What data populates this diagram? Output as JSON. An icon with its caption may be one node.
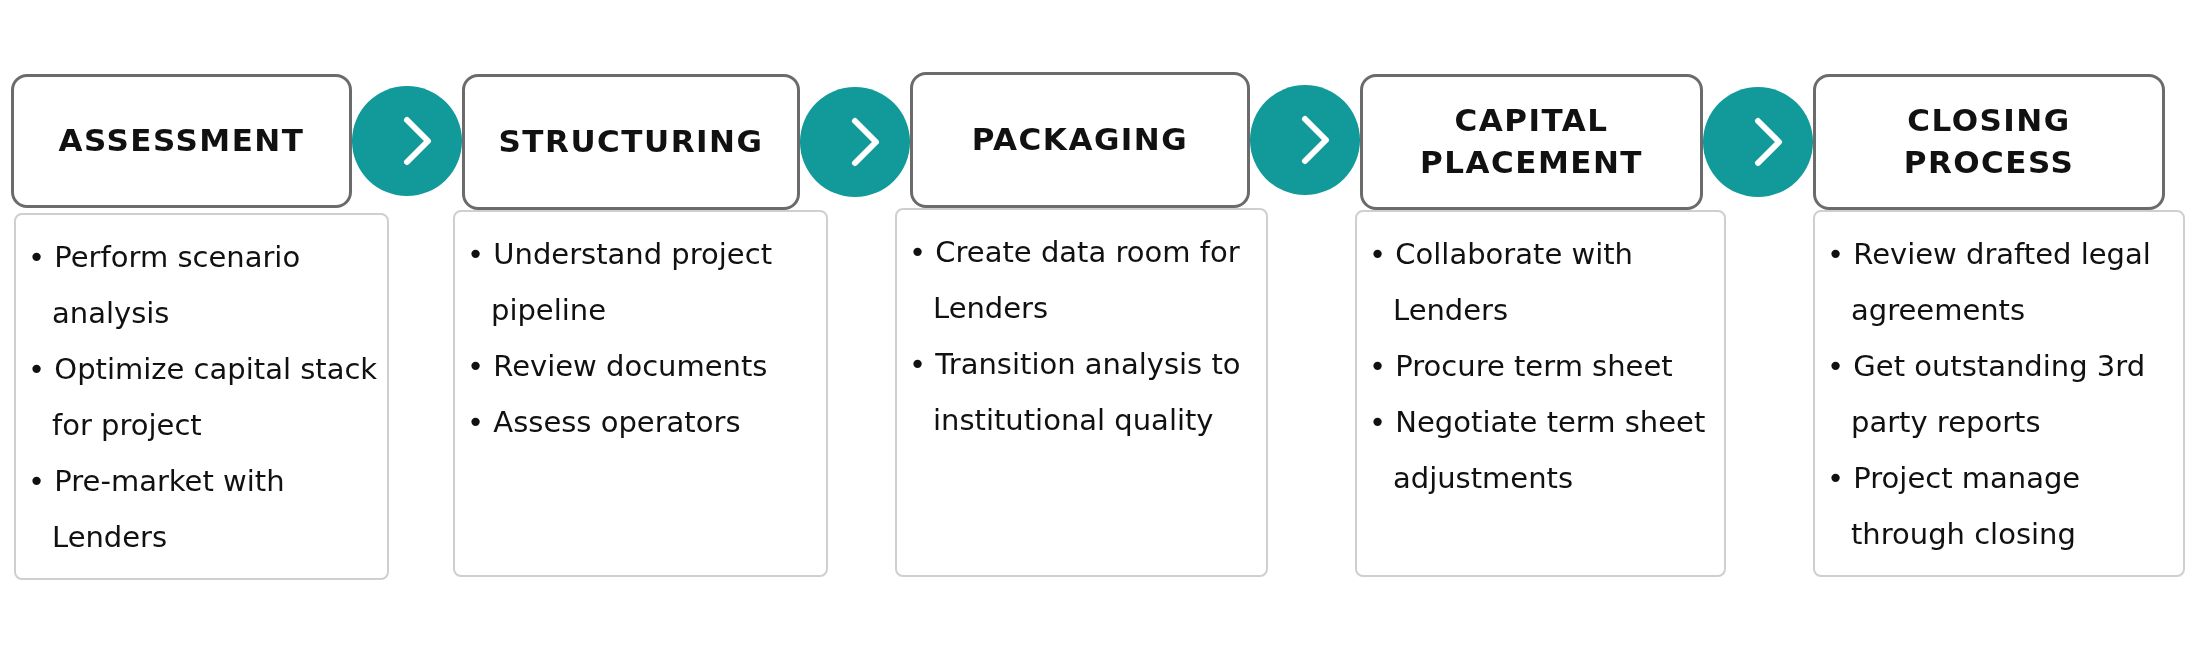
{
  "diagram": {
    "nodes": [
      {
        "text": [
          "ASSESSMENT"
        ]
      },
      {
        "text": [
          "• Perform scenario analysis",
          "• Optimize capital stack for project",
          "• Pre-market with Lenders"
        ]
      },
      {
        "text": [
          "STRUCTURING"
        ]
      },
      {
        "text": [
          "• Understand project pipeline",
          "• Review documents",
          "• Assess operators"
        ]
      },
      {
        "text": [
          "PACKAGING"
        ]
      },
      {
        "text": [
          "• Create data room for Lenders",
          "• Transition analysis to institutional quality"
        ]
      },
      {
        "text": [
          "CAPITAL PLACEMENT"
        ]
      },
      {
        "text": [
          "• Collaborate with Lenders",
          "• Procure term sheet",
          "• Negotiate term sheet adjustments"
        ]
      },
      {
        "text": [
          "CLOSING PROCESS"
        ]
      },
      {
        "text": [
          "• Review drafted legal agreements",
          "• Get outstanding 3rd party reports",
          "• Project manage through closing"
        ]
      }
    ],
    "edges": [
      {
        "from": 0,
        "to": 2,
        "arrow": "to"
      },
      {
        "from": 2,
        "to": 4,
        "arrow": "to"
      },
      {
        "from": 4,
        "to": 6,
        "arrow": "to"
      },
      {
        "from": 6,
        "to": 8,
        "arrow": "to"
      }
    ]
  }
}
